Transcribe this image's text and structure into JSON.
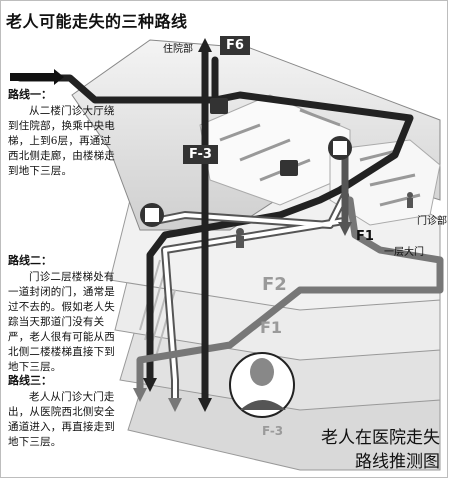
{
  "title": "老人可能走失的三种路线",
  "routes": [
    {
      "name": "路线一：",
      "text": "从二楼门诊大厅绕到住院部，换乘中央电梯，上到6层，再通过西北侧走廊，由楼梯走到地下三层。"
    },
    {
      "name": "路线二：",
      "text": "门诊二层楼梯处有一道封闭的门，通常是过不去的。假如老人失踪当天那道门没有关严，老人很有可能从西北侧二楼楼梯直接下到地下三层。"
    },
    {
      "name": "路线三：",
      "text": "老人从门诊大门走出，从医院西北侧安全通道进入，再直接走到地下三层。"
    }
  ],
  "labels": {
    "inpatient": "住院部",
    "outpatient": "门诊部",
    "main_gate": "一层大门",
    "f6": "F6",
    "f3_up": "F-3",
    "f1": "F1",
    "f2": "F2",
    "f1_floor": "F1",
    "f3_floor": "F-3"
  },
  "caption": {
    "line1": "老人在医院走失",
    "line2": "路线推测图"
  }
}
